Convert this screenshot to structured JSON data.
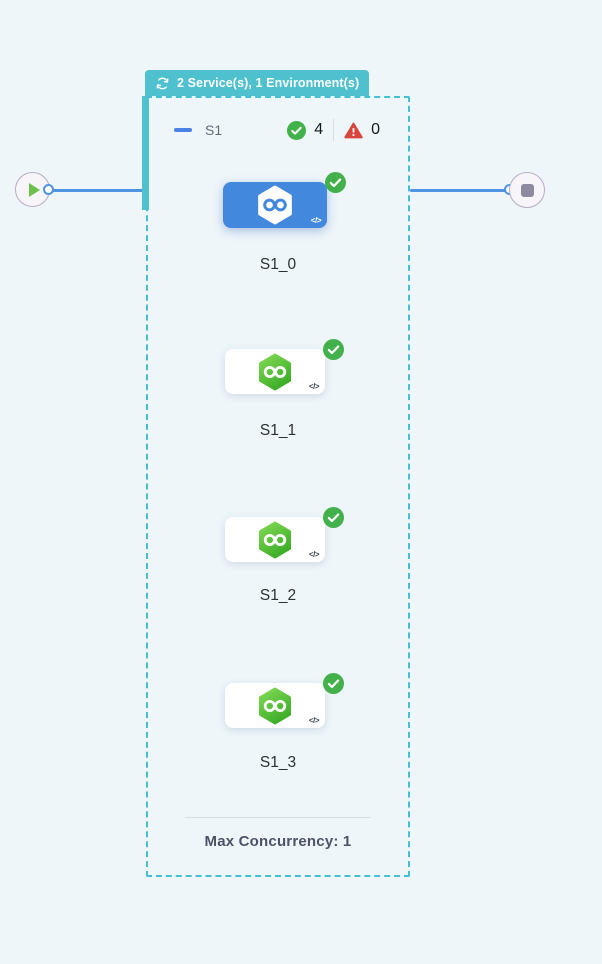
{
  "colors": {
    "page-bg": "#eef6fa",
    "teal": "#4ec0ce",
    "teal-border": "#45bfd3",
    "edge-blue": "#4f93e3",
    "selected-card-blue": "#4289dd",
    "collapse-blue": "#4a83e3",
    "success-green": "#43b14b",
    "hex-green-light": "#82da55",
    "hex-green-dark": "#3fae2a",
    "error-red": "#d9453c",
    "count-text": "#17191c",
    "stage-name-text": "#5f6b77",
    "node-label-text": "#2b3036",
    "footer-text": "#4d5366",
    "endpoint-border": "#b4adc4",
    "endpoint-bg": "#f7f4fa",
    "stop-gray": "#8d8aa0",
    "play-green": "#6cc14c",
    "divider": "#d8dde3"
  },
  "icons": {
    "loop": "circular-arrows",
    "collapse": "minus-dash",
    "success": "check-circle",
    "failure": "warning-triangle",
    "service": "hexagon-infinity",
    "start": "play",
    "end": "stop",
    "code": "</>"
  },
  "stage": {
    "badge_label": "2 Service(s), 1 Environment(s)",
    "name": "S1",
    "success_count": "4",
    "failure_count": "0",
    "nodes": [
      {
        "label": "S1_0",
        "selected": true,
        "status": "success"
      },
      {
        "label": "S1_1",
        "selected": false,
        "status": "success"
      },
      {
        "label": "S1_2",
        "selected": false,
        "status": "success"
      },
      {
        "label": "S1_3",
        "selected": false,
        "status": "success"
      }
    ],
    "footer_label": "Max Concurrency: 1"
  }
}
